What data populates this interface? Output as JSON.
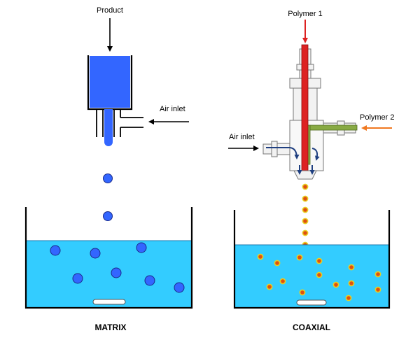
{
  "matrix": {
    "product_label": "Product",
    "air_inlet_label": "Air inlet",
    "caption": "MATRIX"
  },
  "coaxial": {
    "polymer1_label": "Polymer 1",
    "polymer2_label": "Polymer 2",
    "air_inlet_label": "Air inlet",
    "caption": "COAXIAL"
  },
  "colors": {
    "liquid_blue": "#3366ff",
    "bath_cyan": "#33ccff",
    "polymer1_red": "#dd2222",
    "polymer2_green": "#88aa44",
    "polymer2_arrow": "#f07820",
    "capsule_core": "#e05010",
    "capsule_shell": "#e8d020",
    "air_arrow": "#1f3f80"
  }
}
